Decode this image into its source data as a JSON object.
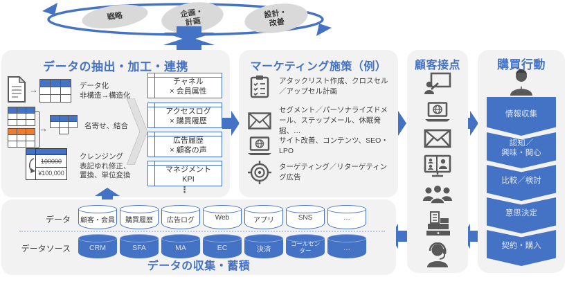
{
  "colors": {
    "accent_blue": "#4472C4",
    "orange": "#ED7D31",
    "panel_gray": "#F2F2F2",
    "icon_gray": "#595959",
    "ellipse_gray": "#D9D9D9",
    "text_dark": "#404040"
  },
  "cycle": {
    "steps": [
      "戦略",
      "企画・\n計画",
      "設計・\n改善"
    ]
  },
  "extraction": {
    "title": "データの抽出・加工・連携",
    "steps": [
      {
        "icon": "document-to-table-icon",
        "label": "データ化\n非構造→構造化"
      },
      {
        "icon": "merge-tables-icon",
        "label": "名寄せ、結合"
      },
      {
        "icon": "cleansing-table-icon",
        "label": "クレンジング\n表記ゆれ修正、\n置換、単位変換"
      }
    ],
    "cleansing": {
      "before": "100000",
      "after": "¥100,000"
    },
    "combos": [
      "チャネル\n× 会員属性",
      "アクセスログ\n× 購買履歴",
      "広告履歴\n× 顧客の声",
      "マネジメント\nKPI"
    ],
    "more": "⋮"
  },
  "marketing": {
    "title": "マーケティング施策（例）",
    "items": [
      {
        "icon": "checklist-icon",
        "text": "アタックリスト作成、クロスセル／アップセル計画"
      },
      {
        "icon": "mail-icon",
        "text": "セグメント／パーソナライズドメール、ステップメール、休眠発掘、…"
      },
      {
        "icon": "website-icon",
        "text": "サイト改善、コンテンツ、SEO・LPO"
      },
      {
        "icon": "target-icon",
        "text": "ターゲティング／リターゲティング広告"
      }
    ]
  },
  "touchpoints": {
    "title": "顧客接点",
    "icons": [
      "presentation-icon",
      "website-icon",
      "mail-icon",
      "video-call-icon",
      "audience-icon",
      "cash-register-icon",
      "call-center-icon"
    ]
  },
  "behavior": {
    "title": "購買行動",
    "person_icon": "businessman-icon",
    "steps": [
      "情報収集",
      "認知／\n興味・関心",
      "比較／検討",
      "意思決定",
      "契約・購入"
    ]
  },
  "collection": {
    "title": "データの収集・蓄積",
    "rows": [
      {
        "label": "データ",
        "items": [
          "顧客・会員",
          "購買履歴",
          "広告ログ",
          "Web",
          "アプリ",
          "SNS",
          "…"
        ]
      },
      {
        "label": "データソース",
        "items": [
          "CRM",
          "SFA",
          "MA",
          "EC",
          "決済",
          "コールセンター",
          "…"
        ]
      }
    ]
  }
}
